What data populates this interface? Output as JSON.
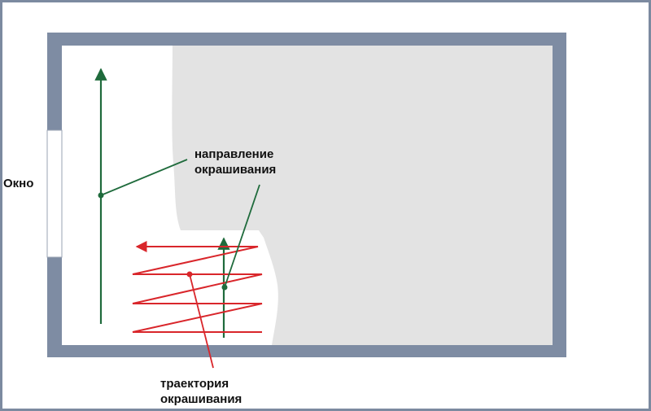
{
  "labels": {
    "window": "Окно",
    "direction": [
      "направление",
      "окрашивания"
    ],
    "trajectory": [
      "траектория",
      "окрашивания"
    ]
  },
  "colors": {
    "frame": "#7c8aa0",
    "wall": "#7e8ca3",
    "painted_area": "#e3e3e3",
    "unpainted_area": "#ffffff",
    "direction_arrow": "#1f6b3c",
    "trajectory_arrow": "#d9262b",
    "text": "#111111"
  }
}
